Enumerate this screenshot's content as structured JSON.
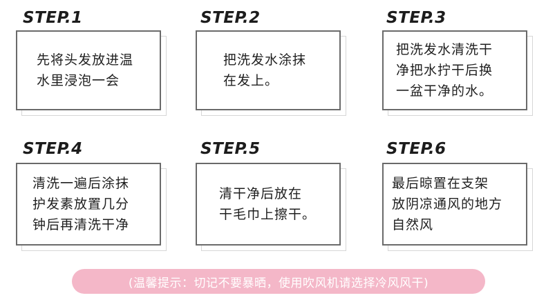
{
  "steps": [
    {
      "title": "STEP.1",
      "lines": [
        "先将头发放进温",
        "水里浸泡一会"
      ]
    },
    {
      "title": "STEP.2",
      "lines": [
        "把洗发水涂抹",
        "在发上。"
      ]
    },
    {
      "title": "STEP.3",
      "lines": [
        "把洗发水清洗干",
        "净把水拧干后换",
        "一盆干净的水。"
      ]
    },
    {
      "title": "STEP.4",
      "lines": [
        "清洗一遍后涂抹",
        "护发素放置几分",
        "钟后再清洗干净"
      ]
    },
    {
      "title": "STEP.5",
      "lines": [
        "清干净后放在",
        "干毛巾上擦干。"
      ]
    },
    {
      "title": "STEP.6",
      "lines": [
        "最后晾置在支架",
        "放阴凉通风的地方",
        "自然风"
      ]
    }
  ],
  "tip": {
    "text": "(温馨提示：切记不要暴晒，使用吹风机请选择冷风风干)"
  },
  "colors": {
    "tip_bg": "#f4b7c8",
    "card_border": "#6a6a6a"
  }
}
